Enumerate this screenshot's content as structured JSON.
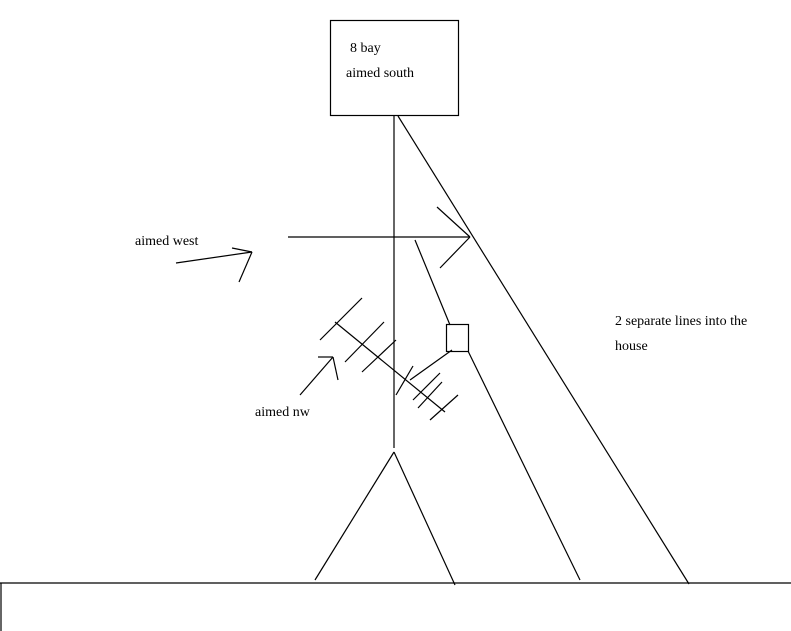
{
  "labels": {
    "box_line_1": "8 bay",
    "box_line_2": "aimed south",
    "west": "aimed west",
    "nw": "aimed nw",
    "separate_line_1": "2 separate lines into the",
    "separate_line_2": "house"
  },
  "colors": {
    "stroke": "#000000",
    "background": "#ffffff"
  }
}
